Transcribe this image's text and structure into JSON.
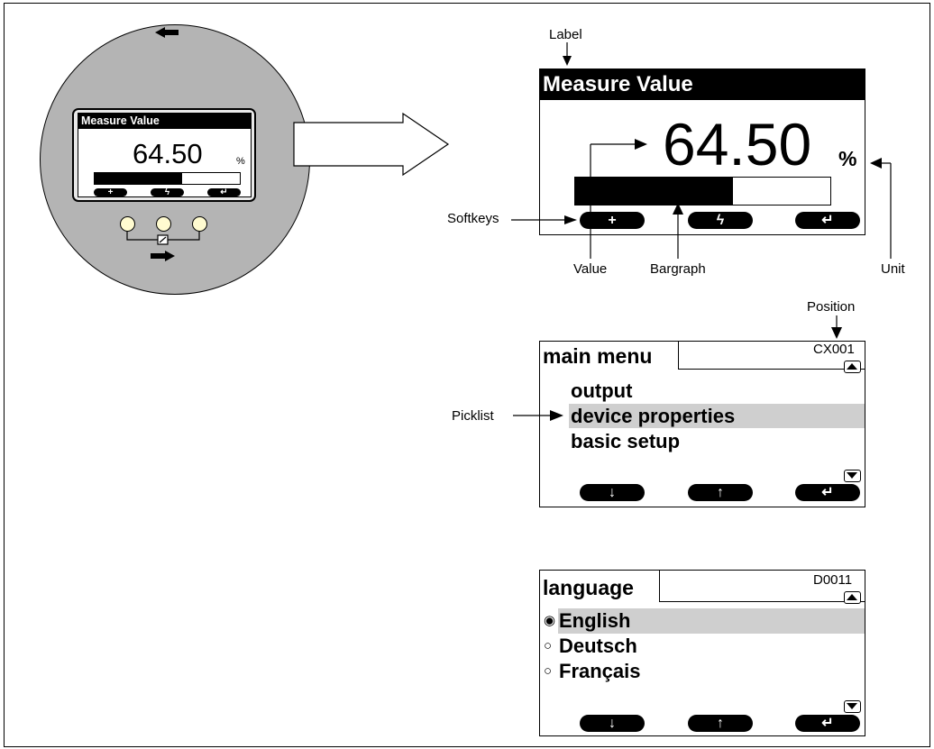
{
  "annotations": {
    "label": "Label",
    "softkeys": "Softkeys",
    "value": "Value",
    "bargraph": "Bargraph",
    "unit": "Unit",
    "position": "Position",
    "picklist": "Picklist"
  },
  "small_device": {
    "title": "Measure Value",
    "value": "64.50",
    "unit": "%",
    "bargraph_fraction": 0.6,
    "softkeys": [
      "+",
      "ϟ",
      "↵"
    ]
  },
  "measure_screen": {
    "title": "Measure Value",
    "value": "64.50",
    "unit": "%",
    "bargraph_fraction": 0.62,
    "softkeys": [
      "+",
      "ϟ",
      "↵"
    ]
  },
  "main_menu": {
    "title": "main menu",
    "code": "CX001",
    "items": [
      "output",
      "device properties",
      "basic setup"
    ],
    "selected_index": 1,
    "softkeys": [
      "↓",
      "↑",
      "↵"
    ]
  },
  "language": {
    "title": "language",
    "code": "D0011",
    "items": [
      "English",
      "Deutsch",
      "Français"
    ],
    "radio": [
      "◉",
      "○",
      "○"
    ],
    "selected_index": 0,
    "softkeys": [
      "↓",
      "↑",
      "↵"
    ]
  }
}
